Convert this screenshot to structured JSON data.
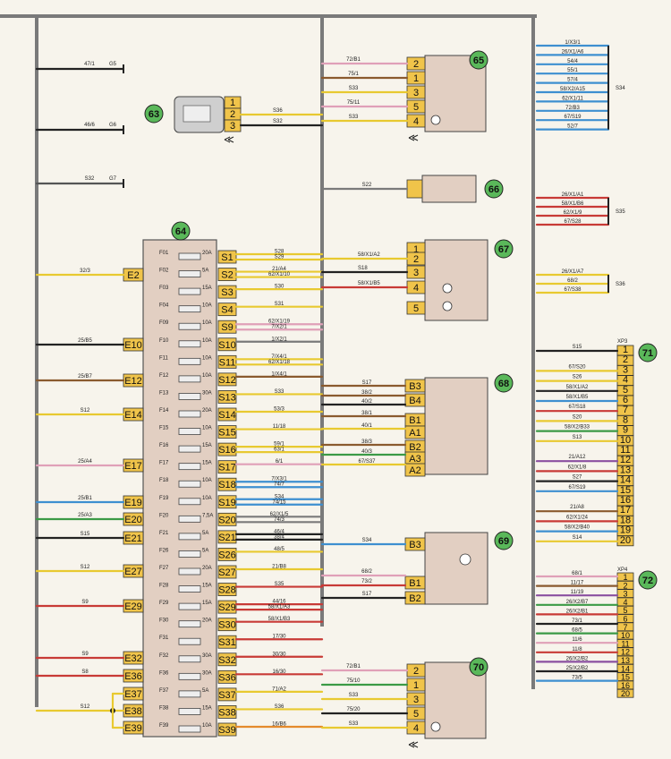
{
  "ground_labels": [
    "47/1",
    "G5",
    "46/6",
    "G6",
    "S32",
    "G7"
  ],
  "components": {
    "c63": "63",
    "c64": "64",
    "c65": "65",
    "c66": "66",
    "c67": "67",
    "c68": "68",
    "c69": "69",
    "c70": "70",
    "c71": "71",
    "c72": "72"
  },
  "connector_labels": {
    "xp3": "XP3",
    "xp4": "XP4",
    "s34": "S34",
    "s35": "S35",
    "s36": "S36"
  },
  "c63_wires": [
    "S36",
    "S32"
  ],
  "fuse_box": {
    "left_pins": [
      {
        "pin": "E2",
        "wire": "32/3"
      },
      {
        "pin": "E10",
        "wire": "25/B5"
      },
      {
        "pin": "E12",
        "wire": "25/B7"
      },
      {
        "pin": "E14",
        "wire": "S12"
      },
      {
        "pin": "E17",
        "wire": "25/A4"
      },
      {
        "pin": "E19",
        "wire": "25/B1"
      },
      {
        "pin": "E20",
        "wire": "25/A3"
      },
      {
        "pin": "E21",
        "wire": "S15"
      },
      {
        "pin": "E27",
        "wire": "S12"
      },
      {
        "pin": "E29",
        "wire": "S9"
      },
      {
        "pin": "E32",
        "wire": "S9"
      },
      {
        "pin": "E36",
        "wire": "S8"
      },
      {
        "pin": "E37",
        "wire": ""
      },
      {
        "pin": "E38",
        "wire": "S12"
      },
      {
        "pin": "E39",
        "wire": ""
      }
    ],
    "fuses": [
      {
        "id": "F01",
        "rating": "20A"
      },
      {
        "id": "F02",
        "rating": "5A"
      },
      {
        "id": "F03",
        "rating": "15A"
      },
      {
        "id": "F04",
        "rating": "10A"
      },
      {
        "id": "F09",
        "rating": "10A"
      },
      {
        "id": "F10",
        "rating": "10A"
      },
      {
        "id": "F11",
        "rating": "10A"
      },
      {
        "id": "F12",
        "rating": "10A"
      },
      {
        "id": "F13",
        "rating": "30A"
      },
      {
        "id": "F14",
        "rating": "20A"
      },
      {
        "id": "F15",
        "rating": "10A"
      },
      {
        "id": "F16",
        "rating": "15A"
      },
      {
        "id": "F17",
        "rating": "15A"
      },
      {
        "id": "F18",
        "rating": "10A"
      },
      {
        "id": "F19",
        "rating": "10A"
      },
      {
        "id": "F20",
        "rating": "7,5A"
      },
      {
        "id": "F21",
        "rating": "5A"
      },
      {
        "id": "F26",
        "rating": "5A"
      },
      {
        "id": "F27",
        "rating": "20A"
      },
      {
        "id": "F28",
        "rating": "15A"
      },
      {
        "id": "F29",
        "rating": "15A"
      },
      {
        "id": "F30",
        "rating": "20A"
      },
      {
        "id": "F31",
        "rating": ""
      },
      {
        "id": "F32",
        "rating": "30A"
      },
      {
        "id": "F36",
        "rating": "30A"
      },
      {
        "id": "F37",
        "rating": "5A"
      },
      {
        "id": "F38",
        "rating": "15A"
      },
      {
        "id": "F39",
        "rating": "10A"
      }
    ],
    "right_pins": [
      {
        "pin": "S1",
        "wires": [
          "S28",
          "S29"
        ]
      },
      {
        "pin": "S2",
        "wires": [
          "21/A4",
          "62/X1/10"
        ]
      },
      {
        "pin": "S3",
        "wires": [
          "S30"
        ]
      },
      {
        "pin": "S4",
        "wires": [
          "S31"
        ]
      },
      {
        "pin": "S9",
        "wires": [
          "62/X1/19",
          "7/X2/1"
        ]
      },
      {
        "pin": "S10",
        "wires": [
          "1/X2/1"
        ]
      },
      {
        "pin": "S11",
        "wires": [
          "7/X4/1",
          "62/X1/18"
        ]
      },
      {
        "pin": "S12",
        "wires": [
          "1/X4/1"
        ]
      },
      {
        "pin": "S13",
        "wires": [
          "S33"
        ]
      },
      {
        "pin": "S14",
        "wires": [
          "53/3"
        ]
      },
      {
        "pin": "S15",
        "wires": [
          "11/18"
        ]
      },
      {
        "pin": "S16",
        "wires": [
          "59/1",
          "63/1"
        ]
      },
      {
        "pin": "S17",
        "wires": [
          "6/1"
        ]
      },
      {
        "pin": "S18",
        "wires": [
          "7/X3/1",
          "74/7"
        ]
      },
      {
        "pin": "S19",
        "wires": [
          "S34",
          "74/15"
        ]
      },
      {
        "pin": "S20",
        "wires": [
          "62/X1/5",
          "74/3"
        ]
      },
      {
        "pin": "S21",
        "wires": [
          "46/4",
          "38/4"
        ]
      },
      {
        "pin": "S26",
        "wires": [
          "48/5"
        ]
      },
      {
        "pin": "S27",
        "wires": [
          "21/B8"
        ]
      },
      {
        "pin": "S28",
        "wires": [
          "S35"
        ]
      },
      {
        "pin": "S29",
        "wires": [
          "44/16",
          "58/X1/A3"
        ]
      },
      {
        "pin": "S30",
        "wires": [
          "58/X1/B3"
        ]
      },
      {
        "pin": "S31",
        "wires": [
          "17/30"
        ]
      },
      {
        "pin": "S32",
        "wires": [
          "30/30"
        ]
      },
      {
        "pin": "S36",
        "wires": [
          "16/30"
        ]
      },
      {
        "pin": "S37",
        "wires": [
          "71/A2"
        ]
      },
      {
        "pin": "S38",
        "wires": [
          "S36"
        ]
      },
      {
        "pin": "S39",
        "wires": [
          "16/B6"
        ]
      }
    ]
  },
  "c65": {
    "wires": [
      "72/B1",
      "75/1",
      "S33",
      "75/11",
      "S33"
    ],
    "pins": [
      "2",
      "1",
      "3",
      "5",
      "4"
    ]
  },
  "c66": {
    "wire": "S22"
  },
  "c67": {
    "wires": [
      "58/X1/A2",
      "S18",
      "58/X1/B5"
    ],
    "pins": [
      "1",
      "2",
      "3",
      "4",
      "5"
    ]
  },
  "c68": {
    "wires": [
      "S17",
      "38/2",
      "40/2",
      "38/1",
      "40/1",
      "38/3",
      "40/3",
      "67/S37"
    ],
    "pins": [
      "B3",
      "B4",
      "B1",
      "A1",
      "B2",
      "A3",
      "A2"
    ]
  },
  "c69": {
    "wires": [
      "S34",
      "68/2",
      "73/2",
      "S17"
    ],
    "pins": [
      "B3",
      "B1",
      "B2"
    ]
  },
  "c70": {
    "wires": [
      "72/B1",
      "75/10",
      "S33",
      "75/20",
      "S33"
    ],
    "pins": [
      "2",
      "1",
      "3",
      "5",
      "4"
    ]
  },
  "s34_labels": [
    "1/X3/1",
    "26/X1/A6",
    "54/4",
    "55/1",
    "57/4",
    "58/X2/A15",
    "62/X1/11",
    "72/B3",
    "67/S19",
    "52/7"
  ],
  "s35_labels": [
    "26/X1/A1",
    "58/X1/B6",
    "62/X1/9",
    "67/S28"
  ],
  "s36_labels": [
    "26/X1/A7",
    "68/2",
    "67/S38"
  ],
  "xp3": {
    "pins": [
      "1",
      "2",
      "3",
      "4",
      "5",
      "6",
      "7",
      "8",
      "9",
      "10",
      "11",
      "12",
      "13",
      "14",
      "15",
      "16",
      "17",
      "18",
      "19",
      "20"
    ],
    "wires": [
      "S15",
      "",
      "67/S20",
      "S26",
      "58/X1/A2",
      "58/X1/B5",
      "67/S18",
      "S20",
      "58/X2/B33",
      "S13",
      "",
      "21/A12",
      "62/X1/8",
      "S27",
      "67/S19",
      "",
      "21/A8",
      "62/X1/24",
      "58/X2/B40",
      "S14"
    ]
  },
  "xp4": {
    "pins": [
      "1",
      "2",
      "3",
      "4",
      "5",
      "6",
      "7",
      "10",
      "11",
      "12",
      "13",
      "14",
      "15",
      "16",
      "20"
    ],
    "wires": [
      "68/1",
      "11/17",
      "11/19",
      "26/X2/B7",
      "26/X2/B1",
      "73/1",
      "68/5",
      "11/6",
      "11/8",
      "26/X2/B2",
      "25/X2/B2",
      "73/5"
    ]
  },
  "colors": {
    "yellow": "#e8c930",
    "black": "#222222",
    "red": "#c83a36",
    "brown": "#8a5a2e",
    "blue": "#3d8fd0",
    "green": "#3b9a46",
    "orange": "#e48a2c",
    "pink": "#e0a0b8",
    "grey": "#7a7a7a",
    "purple": "#8a4fa0",
    "white": "#f2f2f2",
    "fuse_body": "#e2cfc2",
    "pin_fill": "#f0c44a",
    "badge": "#5ab85a"
  }
}
